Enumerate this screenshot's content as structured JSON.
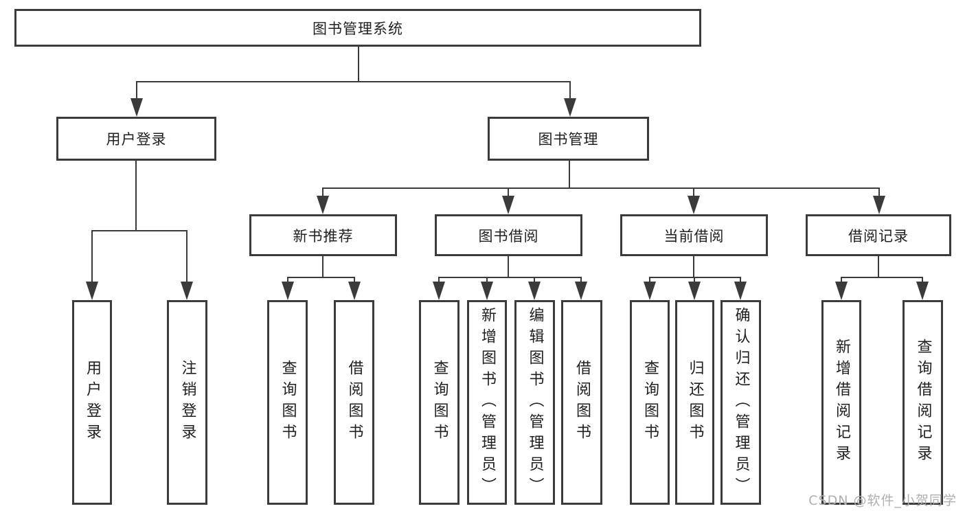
{
  "diagram_title": "图书管理系统",
  "tree": {
    "root": {
      "label": "图书管理系统"
    },
    "level2": [
      {
        "label": "用户登录",
        "children": [
          {
            "label": "用户登录"
          },
          {
            "label": "注销登录"
          }
        ]
      },
      {
        "label": "图书管理",
        "children": [
          {
            "label": "新书推荐",
            "children": [
              {
                "label": "查询图书"
              },
              {
                "label": "借阅图书"
              }
            ]
          },
          {
            "label": "图书借阅",
            "children": [
              {
                "label": "查询图书"
              },
              {
                "label": "新增图书（管理员）"
              },
              {
                "label": "编辑图书（管理员）"
              },
              {
                "label": "借阅图书"
              }
            ]
          },
          {
            "label": "当前借阅",
            "children": [
              {
                "label": "查询图书"
              },
              {
                "label": "归还图书"
              },
              {
                "label": "确认归还（管理员）"
              }
            ]
          },
          {
            "label": "借阅记录",
            "children": [
              {
                "label": "新增借阅记录"
              },
              {
                "label": "查询借阅记录"
              }
            ]
          }
        ]
      }
    ]
  },
  "watermark": {
    "text": "CSDN @软件_小贺同学"
  },
  "colors": {
    "line": "#3b3b3b",
    "text": "#1f1f1f",
    "background": "#ffffff",
    "watermark": "#aeaeae"
  }
}
